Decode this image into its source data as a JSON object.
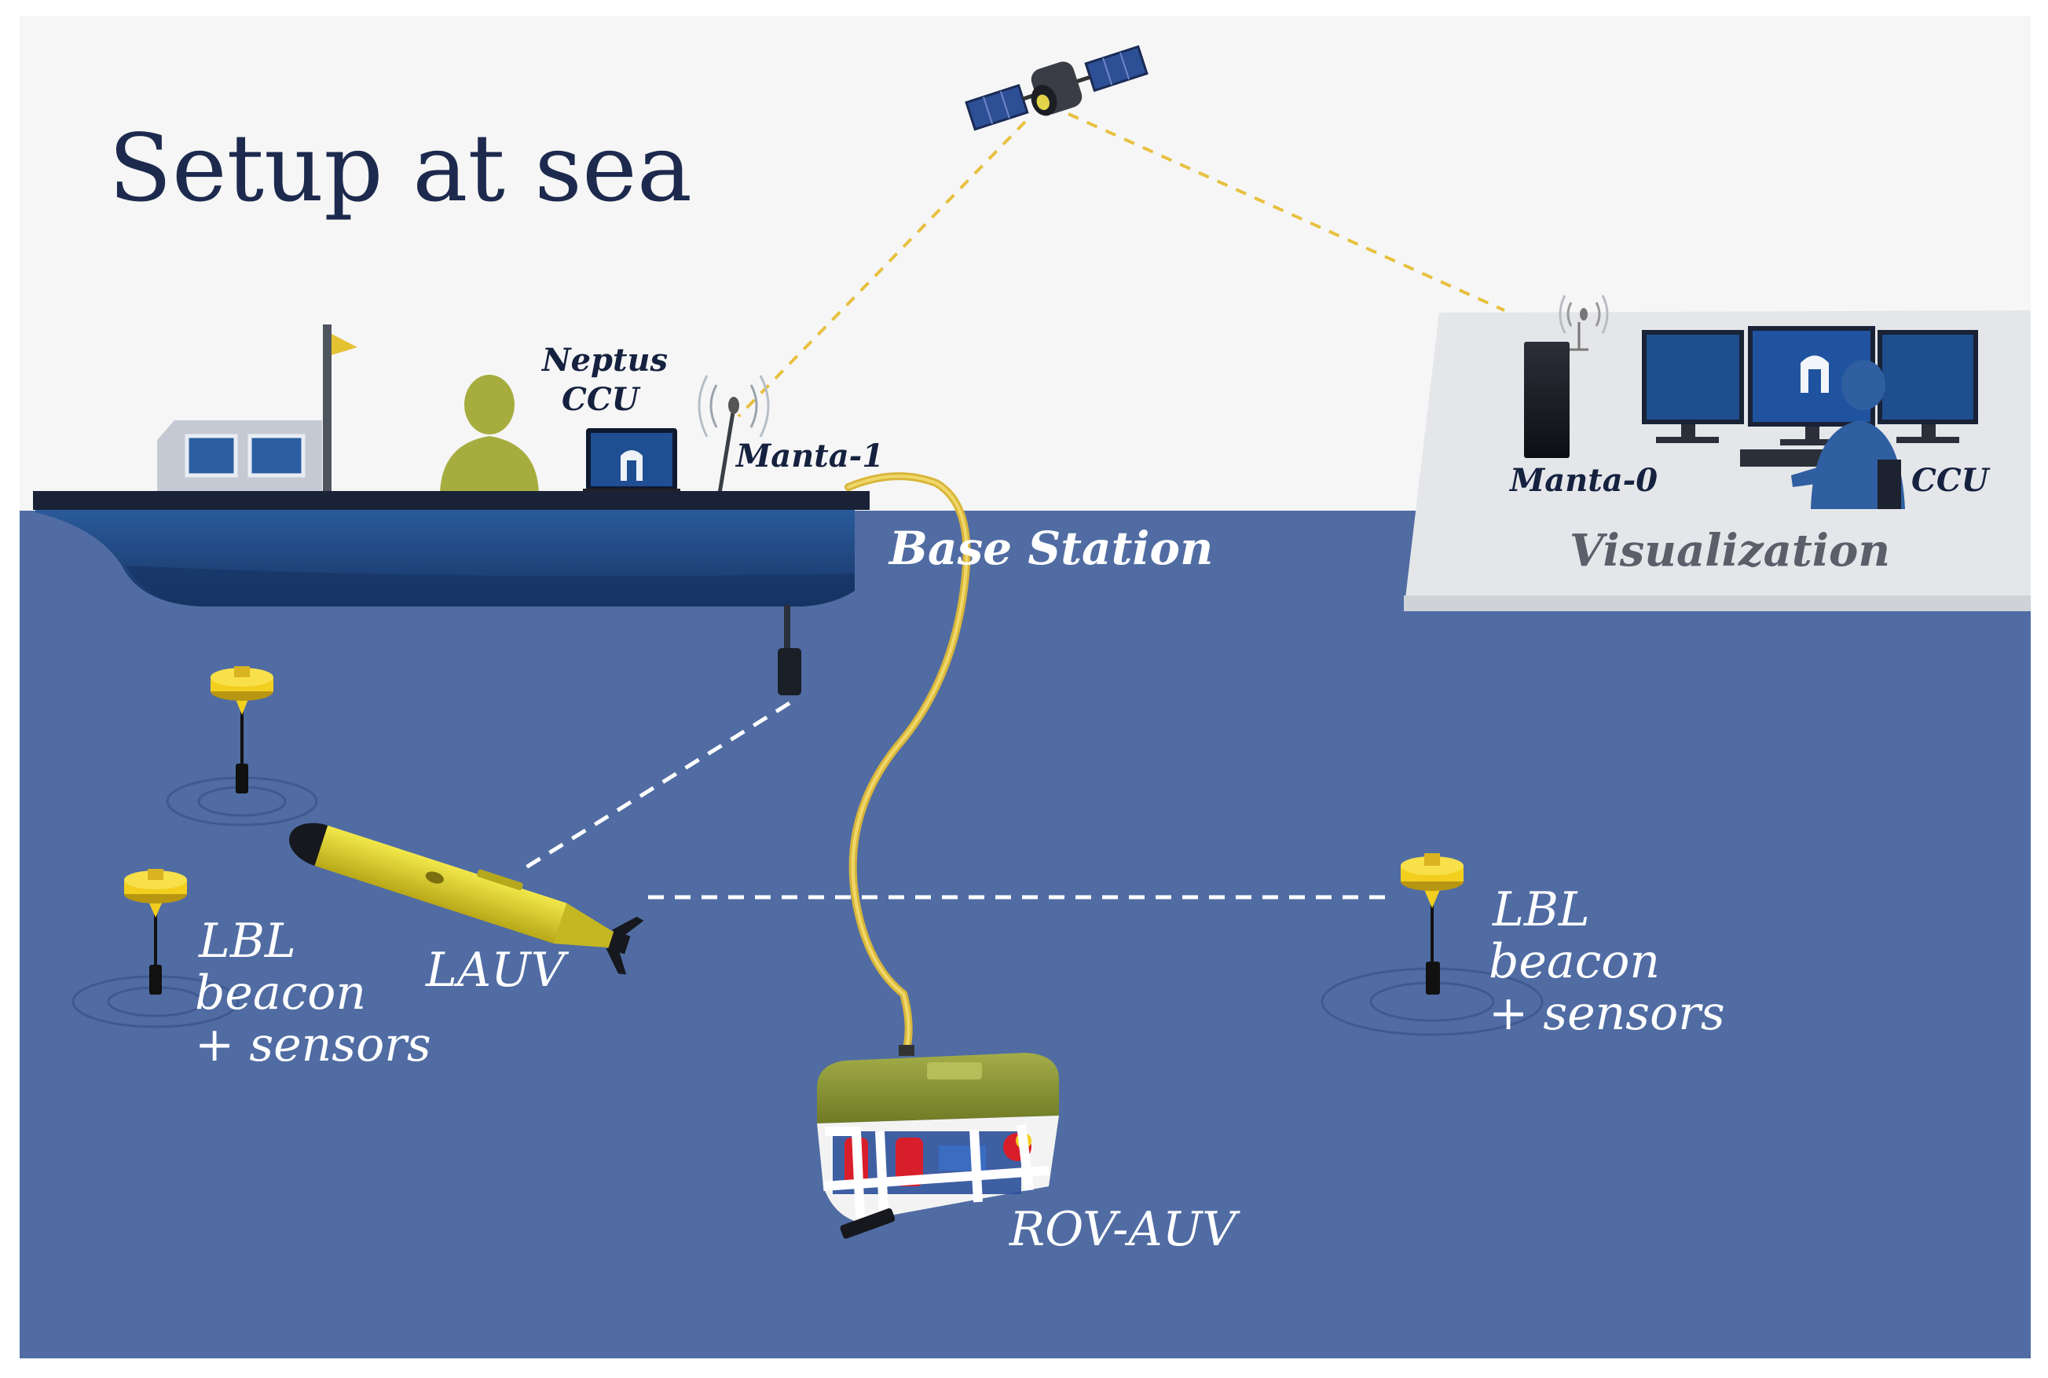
{
  "title": "Setup at sea",
  "labels": {
    "neptus_line1": "Neptus",
    "neptus_line2": "CCU",
    "manta1": "Manta-1",
    "base_station": "Base Station",
    "manta0": "Manta-0",
    "ccu": "CCU",
    "visualization": "Visualization",
    "lauv": "LAUV",
    "rov_auv": "ROV-AUV",
    "lbl_left": [
      "LBL",
      "beacon",
      "+ sensors"
    ],
    "lbl_right": [
      "LBL",
      "beacon",
      "+ sensors"
    ]
  },
  "colors": {
    "sky": "#f6f6f6",
    "sea": "#506ca3",
    "hull": "#1e3f73",
    "deck": "#1a2238",
    "tether": "#e3c44a",
    "link": "#e8c040",
    "beacon": "#f2cf1e",
    "lauv": "#e6d82a",
    "rov_top": "#8f9a3a",
    "person": "#a6ad3e",
    "operator": "#2f5fa0"
  }
}
